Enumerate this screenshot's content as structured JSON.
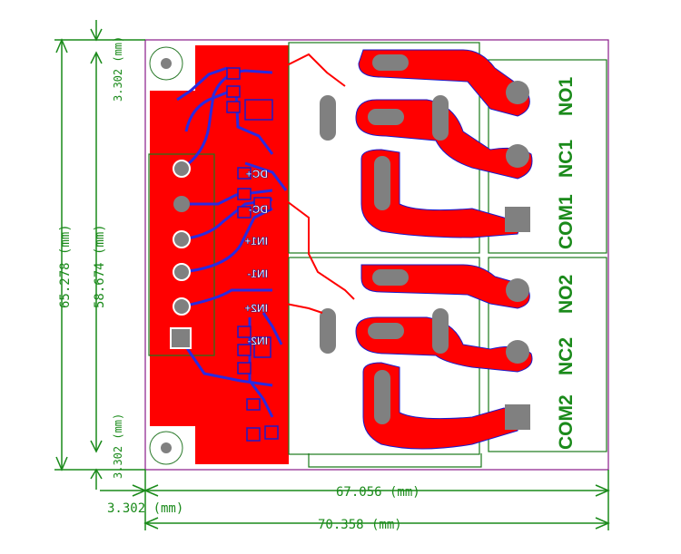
{
  "dimensions": {
    "top_margin": "3.302 (mm)",
    "bottom_margin": "3.302 (mm)",
    "left_margin": "3.302 (mm)",
    "overall_height": "65.278 (mm)",
    "inner_height": "58.674 (mm)",
    "inner_width": "67.056 (mm)",
    "overall_width": "70.358 (mm)"
  },
  "connector_labels": {
    "no1": "NO1",
    "nc1": "NC1",
    "com1": "COM1",
    "no2": "NO2",
    "nc2": "NC2",
    "com2": "COM2"
  },
  "input_labels": {
    "dc_plus": "DC+",
    "dc_minus": "DC-",
    "in1_plus": "IN1+",
    "in1_minus": "IN1-",
    "in2_plus": "IN2+",
    "in2_minus": "IN2-"
  },
  "colors": {
    "copper_top": "#ff0000",
    "copper_bottom": "#1a1acc",
    "silkscreen": "#1a8a1a",
    "board_outline": "#8a1a8a",
    "pad": "#808080"
  }
}
